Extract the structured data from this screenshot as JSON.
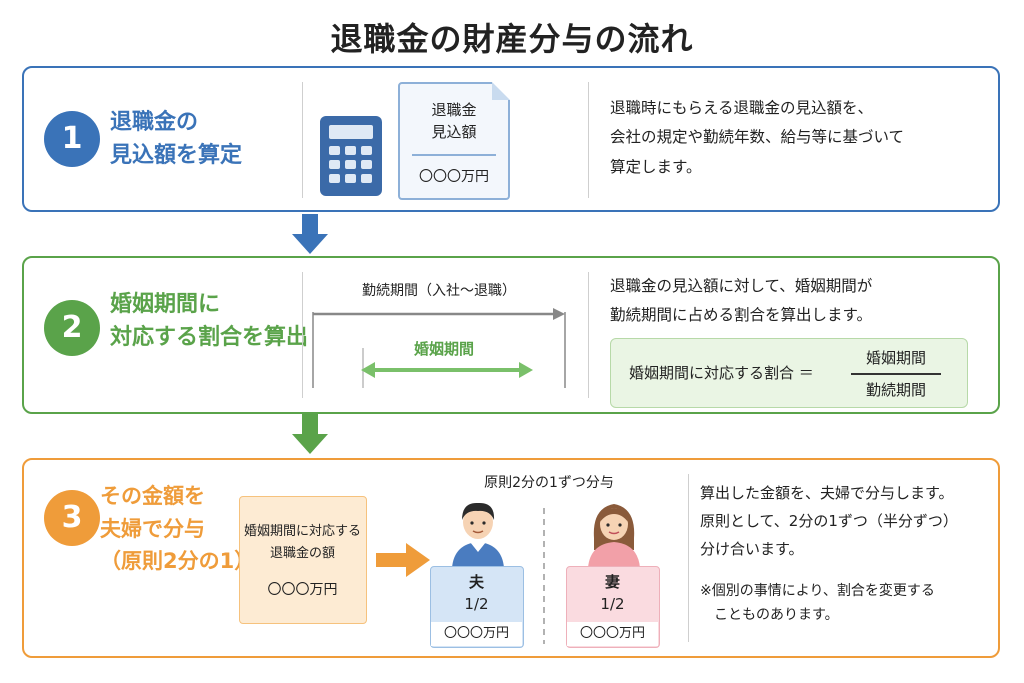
{
  "title": "退職金の財産分与の流れ",
  "colors": {
    "step1": "#3a73b8",
    "step2": "#5aa34a",
    "step3": "#ef9c3a"
  },
  "step1": {
    "number": "1",
    "heading": [
      "退職金の",
      "見込額を算定"
    ],
    "icon": "calculator-icon",
    "doc": {
      "title_line1": "退職金",
      "title_line2": "見込額",
      "amount": "〇〇〇万円"
    },
    "description": [
      "退職時にもらえる退職金の見込額を、",
      "会社の規定や勤続年数、給与等に基づいて",
      "算定します。"
    ]
  },
  "step2": {
    "number": "2",
    "heading": [
      "婚姻期間に",
      "対応する割合を算出"
    ],
    "period_label": "勤続期間（入社〜退職）",
    "marriage_label": "婚姻期間",
    "description": [
      "退職金の見込額に対して、婚姻期間が",
      "勤続期間に占める割合を算出します。"
    ],
    "formula": {
      "lhs": "婚姻期間に対応する割合 ＝",
      "numerator": "婚姻期間",
      "denominator": "勤続期間"
    }
  },
  "step3": {
    "number": "3",
    "heading": [
      "その金額を",
      "夫婦で分与",
      "（原則2分の1）"
    ],
    "amount_box": {
      "title_line1": "婚姻期間に対応する",
      "title_line2": "退職金の額",
      "amount": "〇〇〇万円"
    },
    "split_label": "原則2分の1ずつ分与",
    "husband": {
      "label": "夫",
      "fraction": "1/2",
      "amount": "〇〇〇万円"
    },
    "wife": {
      "label": "妻",
      "fraction": "1/2",
      "amount": "〇〇〇万円"
    },
    "description": [
      "算出した金額を、夫婦で分与します。",
      "原則として、2分の1ずつ（半分ずつ）",
      "分け合います。"
    ],
    "note": [
      "※個別の事情により、割合を変更する",
      "　ことものあります。"
    ]
  }
}
